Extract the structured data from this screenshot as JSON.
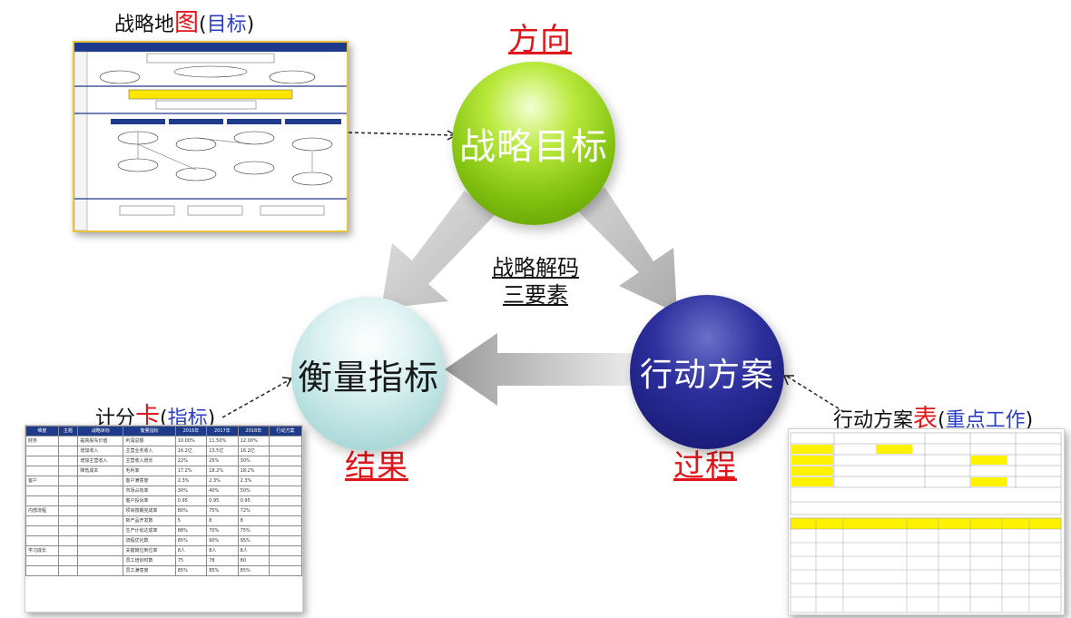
{
  "colors": {
    "red": "#e0161b",
    "blue": "#2b3fc7",
    "green": "#7fbf0e",
    "teal": "#b5dede",
    "navy": "#1b1d7a",
    "arrow_gray": "#c4c4c4"
  },
  "captions": {
    "map": {
      "prefix": "战略地",
      "red": "图",
      "open": "(",
      "blue": "目标",
      "close": ")"
    },
    "scorecard": {
      "prefix": "计分",
      "red": "卡",
      "open": "(",
      "blue": "指标",
      "close": ")"
    },
    "action_table": {
      "prefix": "行动方案",
      "red": "表",
      "open": "(",
      "blue": "重点工作",
      "close": ")"
    }
  },
  "labels": {
    "direction": "方向",
    "result": "结果",
    "process": "过程"
  },
  "circles": {
    "goal": "战略目标",
    "metric": "衡量指标",
    "action": "行动方案"
  },
  "center": {
    "line1": "战略解码",
    "line2": "三要素"
  },
  "scorecard_table": {
    "headers": [
      "维度",
      "主题",
      "战略目标",
      "衡量指标",
      "2016年",
      "2017年",
      "2018年",
      "行动方案"
    ],
    "rows": [
      [
        "财务",
        "",
        "提高股东价值",
        "利润总额",
        "10.00%",
        "11.50%",
        "12.00%",
        ""
      ],
      [
        "",
        "",
        "增加收入",
        "主营业务收入",
        "16.2亿",
        "13.5亿",
        "16.2亿",
        ""
      ],
      [
        "",
        "",
        "增加主营收入",
        "主营收入增长",
        "22%",
        "25%",
        "30%",
        ""
      ],
      [
        "",
        "",
        "降低成本",
        "毛利率",
        "17.2%",
        "18.2%",
        "18.2%",
        ""
      ],
      [
        "客户",
        "",
        "",
        "客户满意度",
        "2.3%",
        "2.3%",
        "2.3%",
        ""
      ],
      [
        "",
        "",
        "",
        "市场占有率",
        "30%",
        "40%",
        "50%",
        ""
      ],
      [
        "",
        "",
        "",
        "客户投诉率",
        "0.95",
        "0.95",
        "0.95",
        ""
      ],
      [
        "内部流程",
        "",
        "",
        "项目按期完成率",
        "80%",
        "75%",
        "72%",
        ""
      ],
      [
        "",
        "",
        "",
        "新产品开发数",
        "5",
        "8",
        "8",
        ""
      ],
      [
        "",
        "",
        "",
        "生产计划达成率",
        "88%",
        "70%",
        "75%",
        ""
      ],
      [
        "",
        "",
        "",
        "流程优化数",
        "85%",
        "90%",
        "95%",
        ""
      ],
      [
        "学习成长",
        "",
        "",
        "关键岗位到位率",
        "8人",
        "8人",
        "8人",
        ""
      ],
      [
        "",
        "",
        "",
        "员工培训时数",
        "75",
        "78",
        "80",
        ""
      ],
      [
        "",
        "",
        "",
        "员工满意度",
        "85%",
        "85%",
        "85%",
        ""
      ]
    ]
  }
}
